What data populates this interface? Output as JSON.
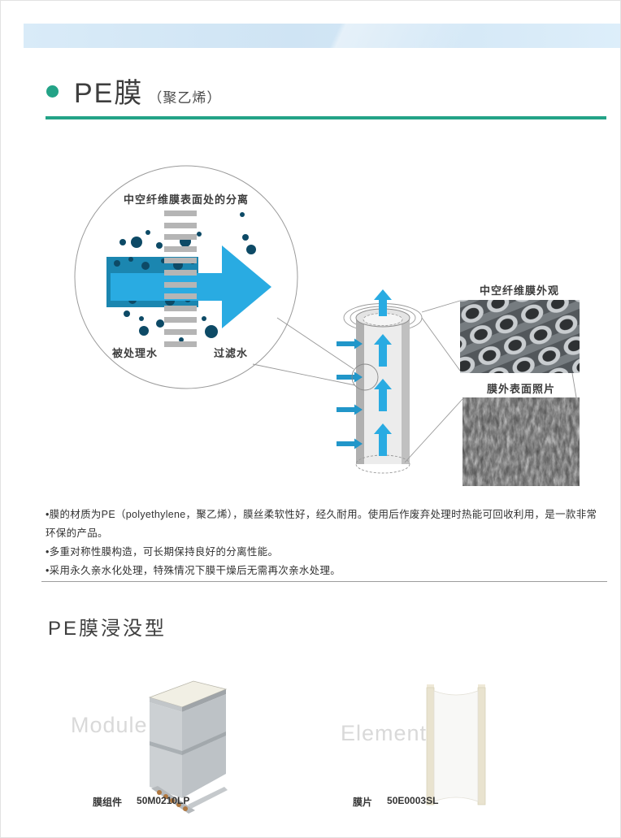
{
  "page": {
    "title": "PE膜",
    "title_suffix": "（聚乙烯）"
  },
  "diagram": {
    "circle_title": "中空纤维膜表面处的分离",
    "label_feed": "被处理水",
    "label_filtered": "过滤水",
    "photo1_label": "中空纤维膜外观",
    "photo2_label": "膜外表面照片"
  },
  "bullets": [
    "•膜的材质为PE（polyethylene，聚乙烯），膜丝柔软性好，经久耐用。使用后作废弃处理时热能可回收利用，是一款非常环保的产品。",
    "•多重对称性膜构造，可长期保持良好的分离性能。",
    "•采用永久亲水化处理，特殊情况下膜干燥后无需再次亲水处理。"
  ],
  "section": {
    "title": "PE膜浸没型"
  },
  "products": [
    {
      "watermark": "Module",
      "name": "膜组件",
      "code": "50M0210LP"
    },
    {
      "watermark": "Element",
      "name": "膜片",
      "code": "50E0003SL"
    }
  ],
  "colors": {
    "accent_green": "#23a387",
    "arrow_blue": "#29abe2",
    "particle_navy": "#0d4a66",
    "feed_water_teal": "#1b86b0",
    "topbar_blue": "#d6e9f7",
    "dash_gray": "#b5b5b5"
  }
}
